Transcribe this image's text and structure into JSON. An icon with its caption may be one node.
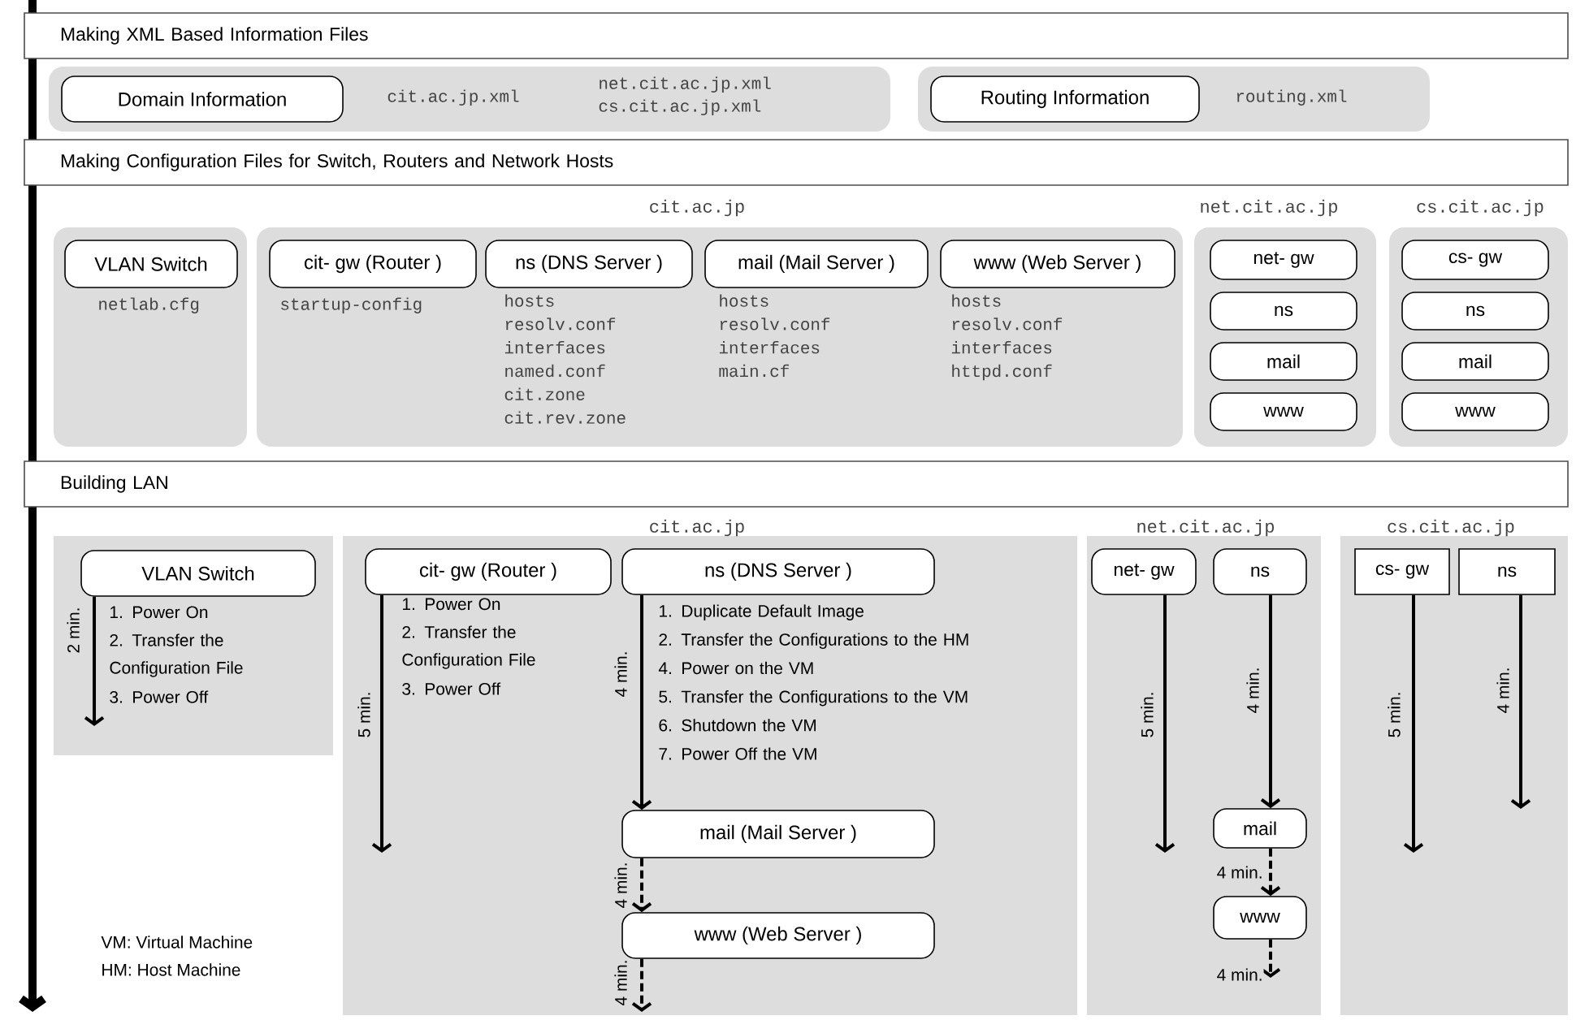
{
  "diagram": {
    "nodes": [
      {
        "text": [
          "Making XML Based Information Files"
        ]
      },
      {
        "text": [],
        "shape": "box"
      },
      {
        "text": [
          "Domain Information"
        ],
        "in": 1,
        "beside": [
          "cit.ac.jp.xml",
          "net.cit.ac.jp.xml",
          "cs.cit.ac.jp.xml"
        ]
      },
      {
        "text": [],
        "shape": "box"
      },
      {
        "text": [
          "Routing Information"
        ],
        "in": 3,
        "beside": [
          "routing.xml"
        ]
      },
      {
        "text": [
          "Making Configuration Files for Switch, Routers and Network Hosts"
        ]
      },
      {
        "text": [],
        "shape": "box"
      },
      {
        "text": [
          "VLAN Switch"
        ],
        "in": 6,
        "beside": [
          "netlab.cfg"
        ]
      },
      {
        "text": [
          "cit.ac.jp"
        ]
      },
      {
        "text": [
          "cit- gw (Router )"
        ],
        "in": 8,
        "beside": [
          "startup-config"
        ]
      },
      {
        "text": [
          "ns (DNS Server )"
        ],
        "in": 8,
        "beside": [
          "hosts",
          "resolv.conf",
          "interfaces",
          "named.conf",
          "cit.zone",
          "cit.rev.zone"
        ]
      },
      {
        "text": [
          "mail (Mail Server )"
        ],
        "in": 8,
        "beside": [
          "hosts",
          "resolv.conf",
          "interfaces",
          "main.cf"
        ]
      },
      {
        "text": [
          "www (Web Server )"
        ],
        "in": 8,
        "beside": [
          "hosts",
          "resolv.conf",
          "interfaces",
          "httpd.conf"
        ]
      },
      {
        "text": [
          "net.cit.ac.jp"
        ]
      },
      {
        "text": [
          "net- gw"
        ],
        "in": 13
      },
      {
        "text": [
          "ns"
        ],
        "in": 13
      },
      {
        "text": [
          "mail"
        ],
        "in": 13
      },
      {
        "text": [
          "www"
        ],
        "in": 13
      },
      {
        "text": [
          "cs.cit.ac.jp"
        ]
      },
      {
        "text": [
          "cs- gw"
        ],
        "in": 18
      },
      {
        "text": [
          "ns"
        ],
        "in": 18
      },
      {
        "text": [
          "mail"
        ],
        "in": 18
      },
      {
        "text": [
          "www"
        ],
        "in": 18
      },
      {
        "text": [
          "Building LAN"
        ]
      },
      {
        "text": [],
        "shape": "box"
      },
      {
        "text": [
          "VLAN Switch"
        ],
        "in": 24,
        "beside": [
          "1. Power On",
          "2. Transfer the Configuration File",
          "3. Power Off"
        ]
      },
      {
        "text": [
          "cit.ac.jp"
        ]
      },
      {
        "text": [
          "cit- gw (Router )"
        ],
        "in": 26,
        "beside": [
          "1. Power On",
          "2. Transfer the Configuration File",
          "3. Power Off"
        ]
      },
      {
        "text": [
          "ns (DNS Server )"
        ],
        "in": 26,
        "beside": [
          "1. Duplicate Default Image",
          "2. Transfer the Configurations to the HM",
          "4. Power on the VM",
          "5. Transfer the Configurations to the VM",
          "6. Shutdown the VM",
          "7. Power Off the VM"
        ]
      },
      {
        "text": [
          "mail (Mail Server )"
        ],
        "in": 26
      },
      {
        "text": [
          "www (Web Server )"
        ],
        "in": 26
      },
      {
        "text": [
          "net.cit.ac.jp"
        ]
      },
      {
        "text": [
          "net- gw"
        ],
        "in": 31
      },
      {
        "text": [
          "ns"
        ],
        "in": 31
      },
      {
        "text": [
          "mail"
        ],
        "in": 31
      },
      {
        "text": [
          "www"
        ],
        "in": 31
      },
      {
        "text": [
          "cs.cit.ac.jp"
        ]
      },
      {
        "text": [
          "cs- gw"
        ],
        "in": 36
      },
      {
        "text": [
          "ns"
        ],
        "in": 36
      }
    ],
    "edges": [
      {
        "from": 25,
        "to": null,
        "arrow": "to",
        "label": "2 min."
      },
      {
        "from": 27,
        "to": null,
        "arrow": "to",
        "label": "5 min."
      },
      {
        "from": 28,
        "to": 29,
        "arrow": "to",
        "label": "4 min."
      },
      {
        "from": 29,
        "to": 30,
        "arrow": "to",
        "label": "4 min.",
        "style": "dashed"
      },
      {
        "from": 30,
        "to": null,
        "arrow": "to",
        "label": "4 min.",
        "style": "dashed"
      },
      {
        "from": 32,
        "to": null,
        "arrow": "to",
        "label": "5 min."
      },
      {
        "from": 33,
        "to": 34,
        "arrow": "to",
        "label": "4 min."
      },
      {
        "from": 34,
        "to": 35,
        "arrow": "to",
        "label": "4 min.",
        "style": "dashed"
      },
      {
        "from": 35,
        "to": null,
        "arrow": "to",
        "label": "4 min.",
        "style": "dashed"
      },
      {
        "from": 37,
        "to": null,
        "arrow": "to",
        "label": "5 min."
      },
      {
        "from": 38,
        "to": null,
        "arrow": "to",
        "label": "4 min."
      }
    ],
    "labels": [
      "VM: Virtual Machine",
      "HM: Host Machine"
    ]
  }
}
